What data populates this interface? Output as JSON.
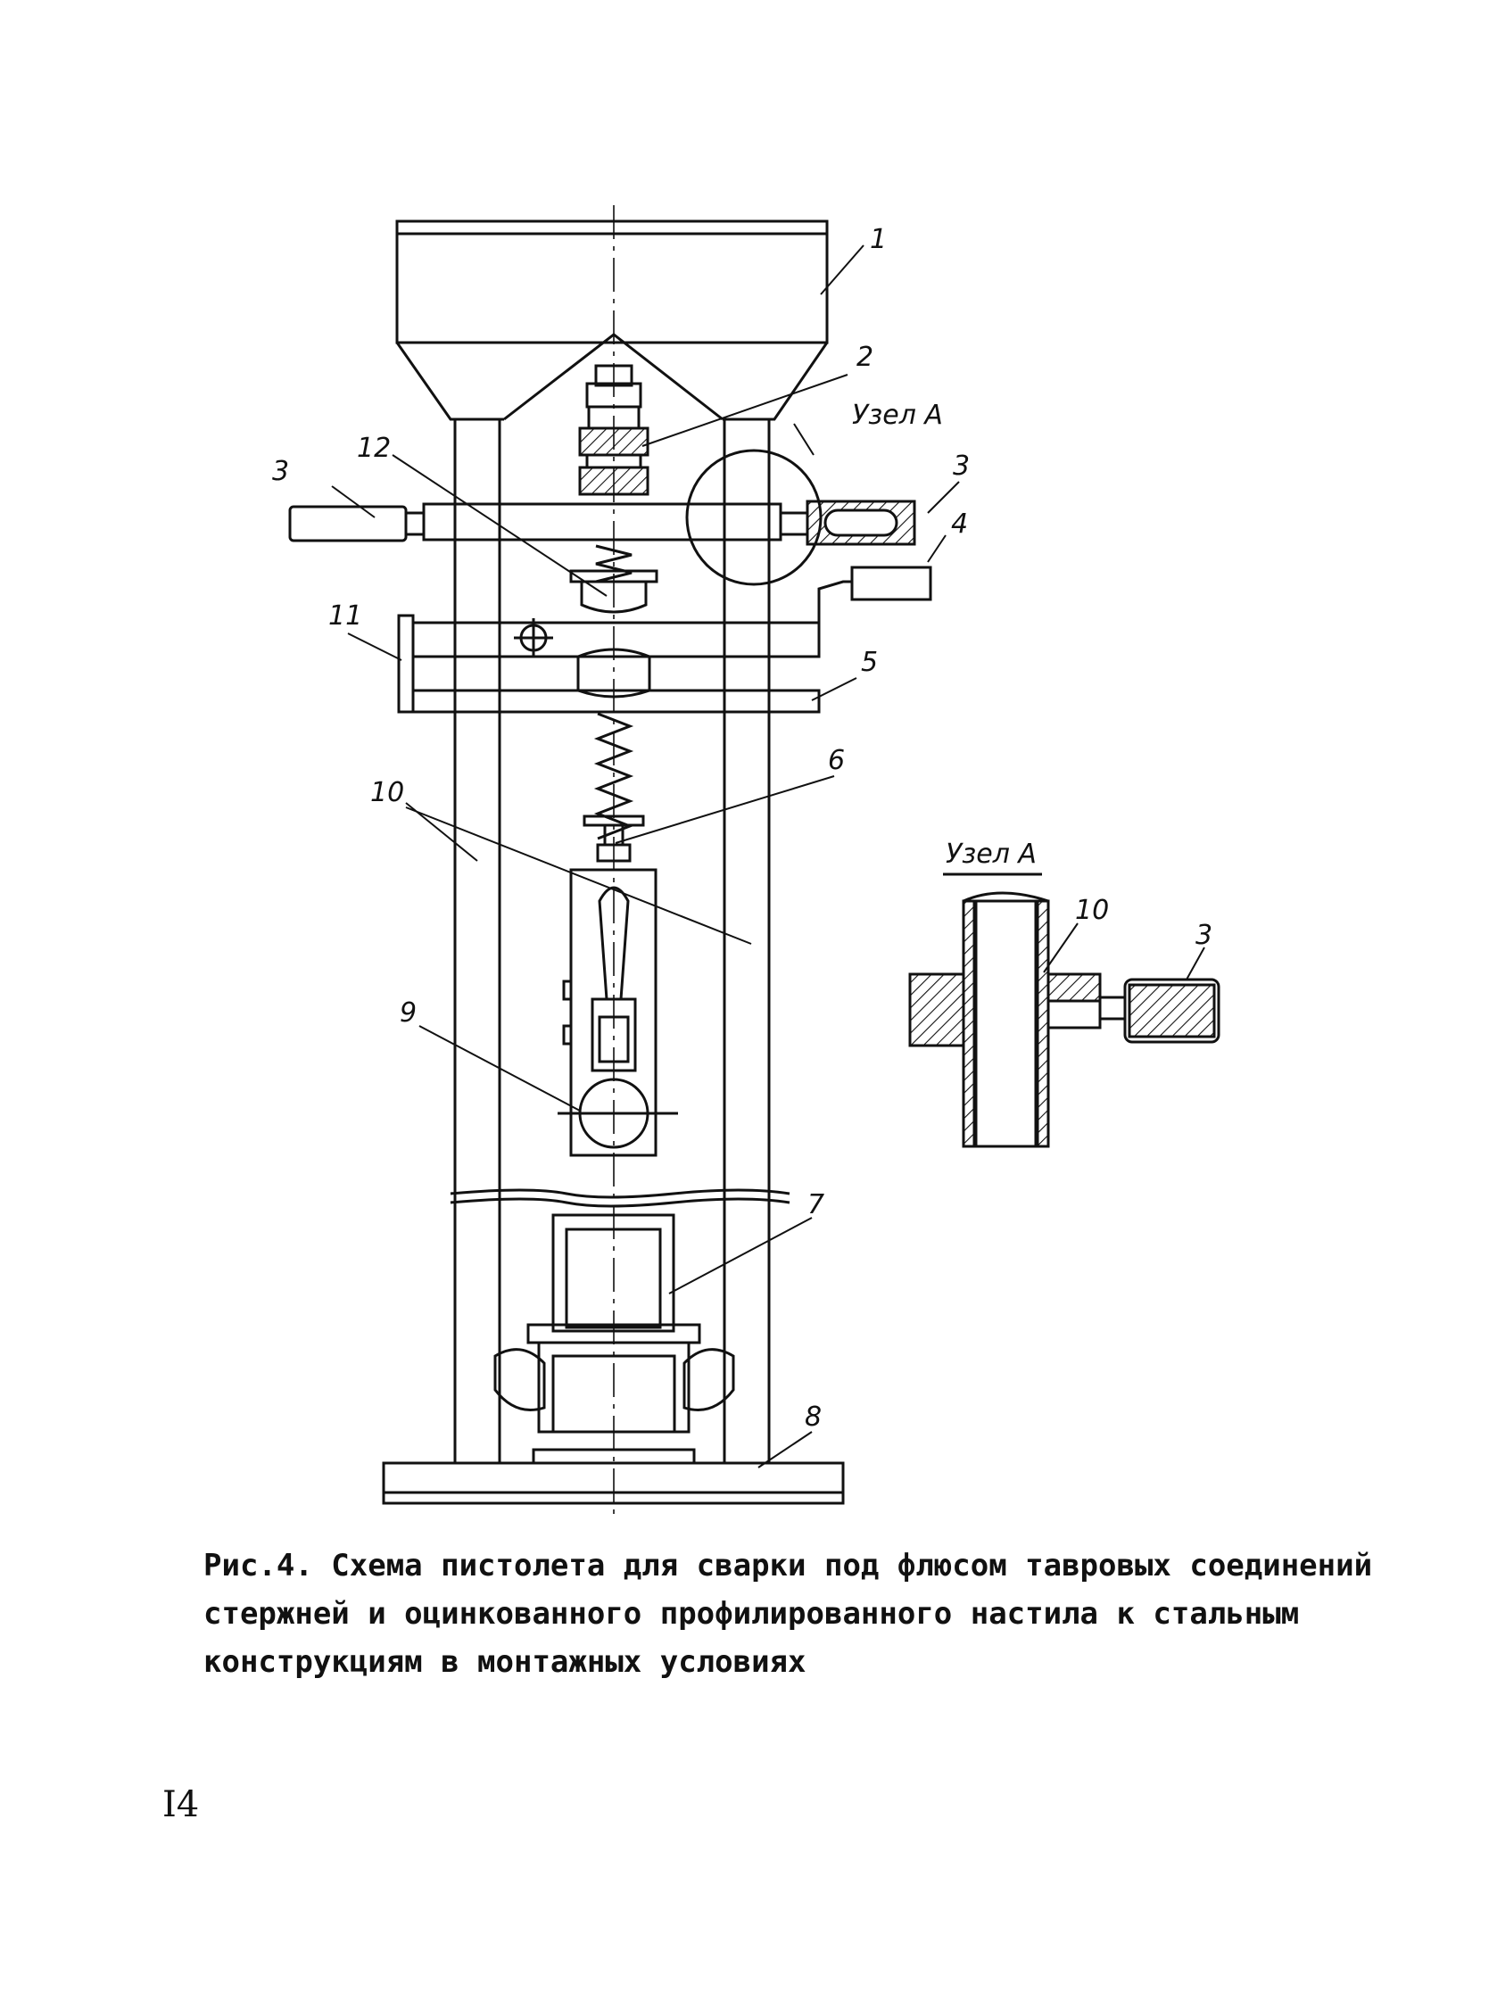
{
  "figure": {
    "labels": {
      "n1": "1",
      "n2": "2",
      "n3_left": "3",
      "n3_right": "3",
      "n4": "4",
      "n5": "5",
      "n6": "6",
      "n7": "7",
      "n8": "8",
      "n9": "9",
      "n10": "10",
      "n11": "11",
      "n12": "12",
      "node_a_callout": "Узел А"
    },
    "detail": {
      "title": "Узел А",
      "n10": "10",
      "n3": "3"
    }
  },
  "caption": {
    "line1": "Рис.4. Схема пистолета для сварки под флюсом тавровых соединений",
    "line2": "стержней и оцинкованного профилированного настила к стальным",
    "line3": "конструкциям в монтажных условиях"
  },
  "page_number": "I4"
}
